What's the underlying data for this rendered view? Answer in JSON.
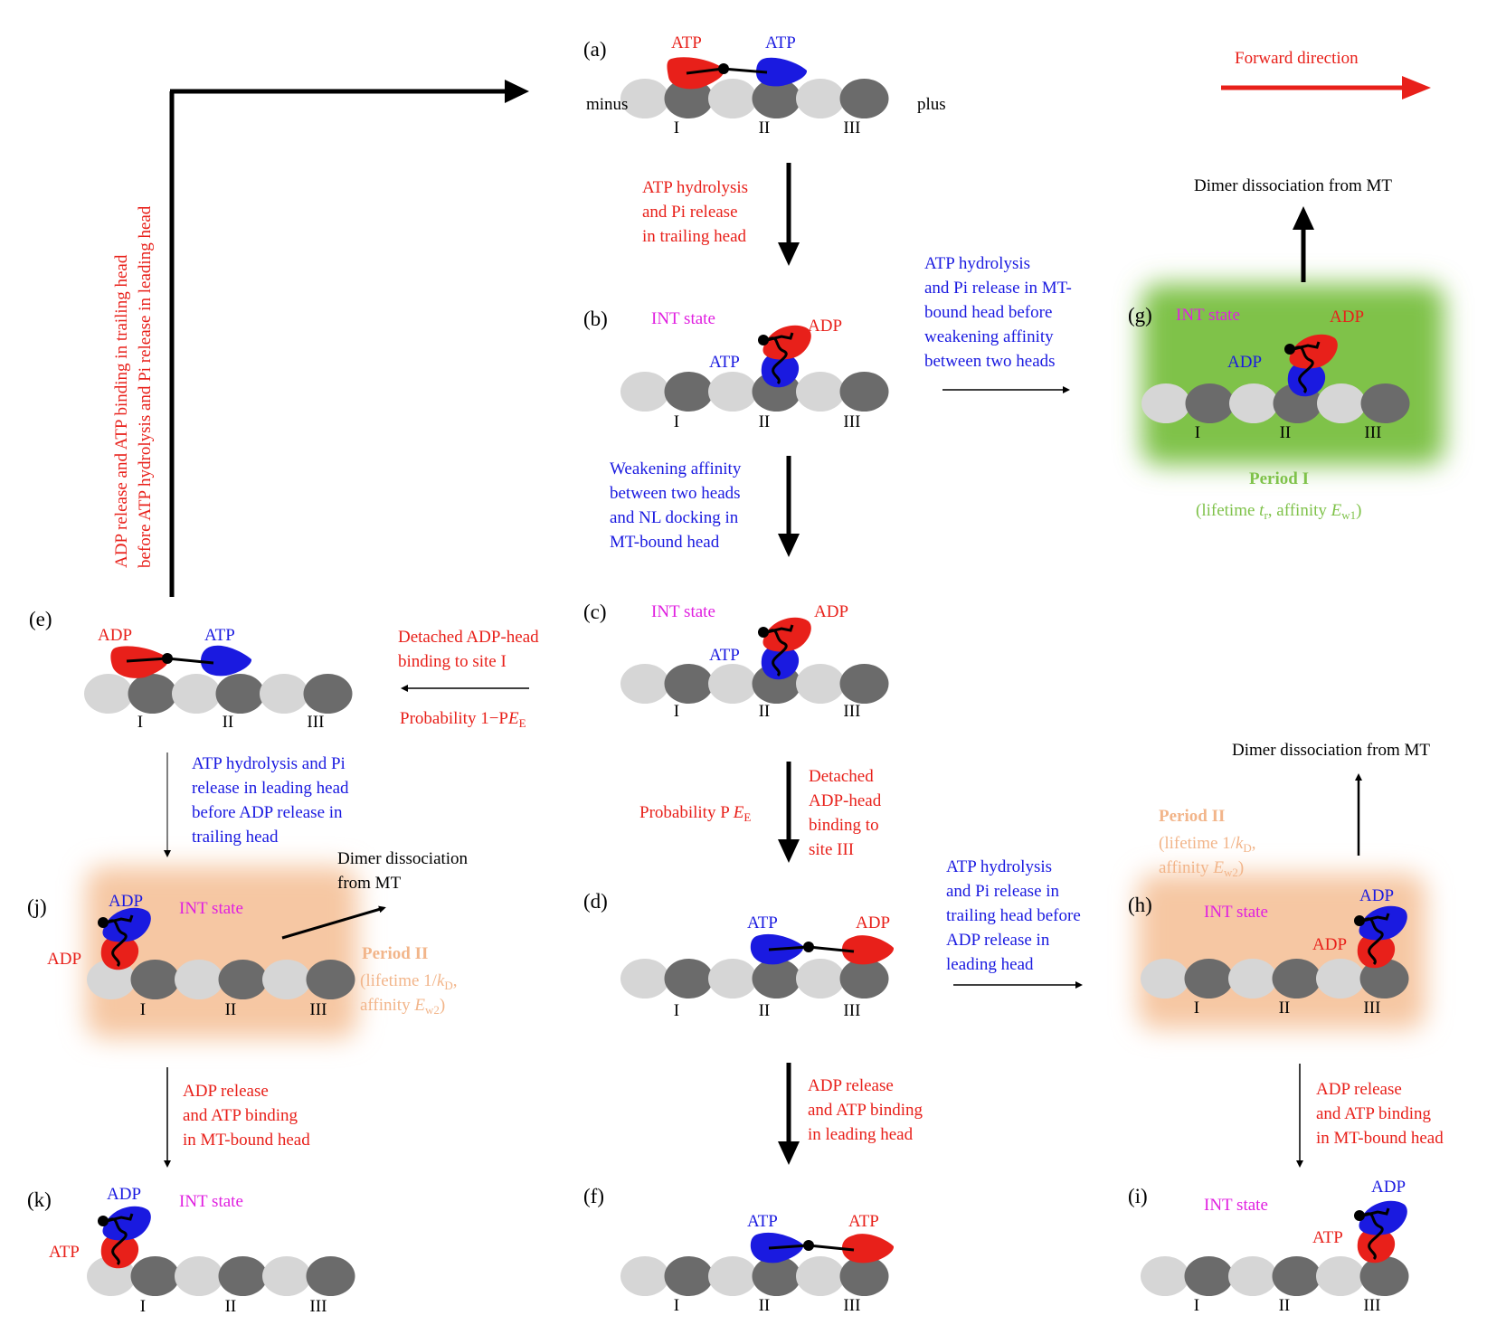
{
  "forward_direction": "Forward direction",
  "panels": {
    "a": {
      "label": "(a)",
      "head_left": "ATP",
      "head_right": "ATP",
      "minus": "minus",
      "plus": "plus",
      "sites": [
        "I",
        "II",
        "III"
      ]
    },
    "b": {
      "label": "(b)",
      "state": "INT state",
      "upper": "ADP",
      "lower": "ATP",
      "sites": [
        "I",
        "II",
        "III"
      ]
    },
    "c": {
      "label": "(c)",
      "state": "INT state",
      "upper": "ADP",
      "lower": "ATP",
      "sites": [
        "I",
        "II",
        "III"
      ]
    },
    "d": {
      "label": "(d)",
      "head_left": "ATP",
      "head_right": "ADP",
      "sites": [
        "I",
        "II",
        "III"
      ]
    },
    "e": {
      "label": "(e)",
      "head_left": "ADP",
      "head_right": "ATP",
      "sites": [
        "I",
        "II",
        "III"
      ]
    },
    "f": {
      "label": "(f)",
      "head_left": "ATP",
      "head_right": "ATP",
      "sites": [
        "I",
        "II",
        "III"
      ]
    },
    "g": {
      "label": "(g)",
      "state": "INT state",
      "upper": "ADP",
      "lower": "ADP",
      "sites": [
        "I",
        "II",
        "III"
      ]
    },
    "h": {
      "label": "(h)",
      "state": "INT state",
      "upper": "ADP",
      "lower": "ADP",
      "sites": [
        "I",
        "II",
        "III"
      ]
    },
    "i": {
      "label": "(i)",
      "state": "INT state",
      "upper": "ADP",
      "lower": "ATP",
      "sites": [
        "I",
        "II",
        "III"
      ]
    },
    "j": {
      "label": "(j)",
      "state": "INT state",
      "upper": "ADP",
      "lower": "ADP",
      "sites": [
        "I",
        "II",
        "III"
      ]
    },
    "k": {
      "label": "(k)",
      "state": "INT state",
      "upper": "ADP",
      "lower": "ATP",
      "sites": [
        "I",
        "II",
        "III"
      ]
    }
  },
  "transitions": {
    "a_b": [
      "ATP hydrolysis",
      "and Pi release",
      "in trailing head"
    ],
    "b_c": [
      "Weakening affinity",
      "between two heads",
      "and NL docking  in",
      "MT-bound head"
    ],
    "b_g": [
      "ATP hydrolysis",
      "and Pi release in MT-",
      "bound head before",
      "weakening affinity",
      "between two heads"
    ],
    "c_e": [
      "Detached ADP-head",
      "binding  to site I"
    ],
    "c_e_prob": "Probability 1−P",
    "c_d_prob": "Probability P",
    "c_d": [
      "Detached",
      "ADP-head",
      "binding to",
      "site III"
    ],
    "d_h": [
      "ATP hydrolysis",
      "and Pi release in",
      "trailing head before",
      "ADP release in",
      "leading head"
    ],
    "d_f": [
      "ADP release",
      "and ATP binding",
      "in leading head"
    ],
    "e_j": [
      "ATP hydrolysis and Pi",
      "release in leading head",
      "before ADP release in",
      "trailing head"
    ],
    "j_k": [
      "ADP release",
      "and ATP binding",
      "in MT-bound  head"
    ],
    "h_i": [
      "ADP release",
      "and ATP binding",
      "in MT-bound  head"
    ],
    "e_a_line1": "ADP release and ATP binding in trailing head",
    "e_a_line2": "before ATP hydrolysis and Pi release in leading head",
    "prob_subscript": "E"
  },
  "dissociation": {
    "g": "Dimer dissociation from MT",
    "h": "Dimer dissociation from MT",
    "j_line1": "Dimer dissociation",
    "j_line2": "from MT"
  },
  "periods": {
    "I": {
      "title": "Period I",
      "detail_pre": "(lifetime ",
      "lifetime_var": "t",
      "lifetime_sub": "r",
      "detail_mid": ", affinity ",
      "affinity_var": "E",
      "affinity_sub": "w1",
      "detail_post": ")"
    },
    "II": {
      "title": "Period II",
      "lifetime_pre": "(lifetime 1/",
      "lifetime_var": "k",
      "lifetime_sub": "D",
      "lifetime_post": ",",
      "affinity_pre": "affinity ",
      "affinity_var": "E",
      "affinity_sub": "w2",
      "affinity_post": ")"
    }
  },
  "colors": {
    "atp_head": "#1a1ae0",
    "adp_head": "#e8201a",
    "int_state": "#e020e0",
    "period_I": "#7fc24a",
    "period_II": "#f2b58a",
    "tubulin_light": "#d6d6d6",
    "tubulin_dark": "#6b6b6b"
  }
}
